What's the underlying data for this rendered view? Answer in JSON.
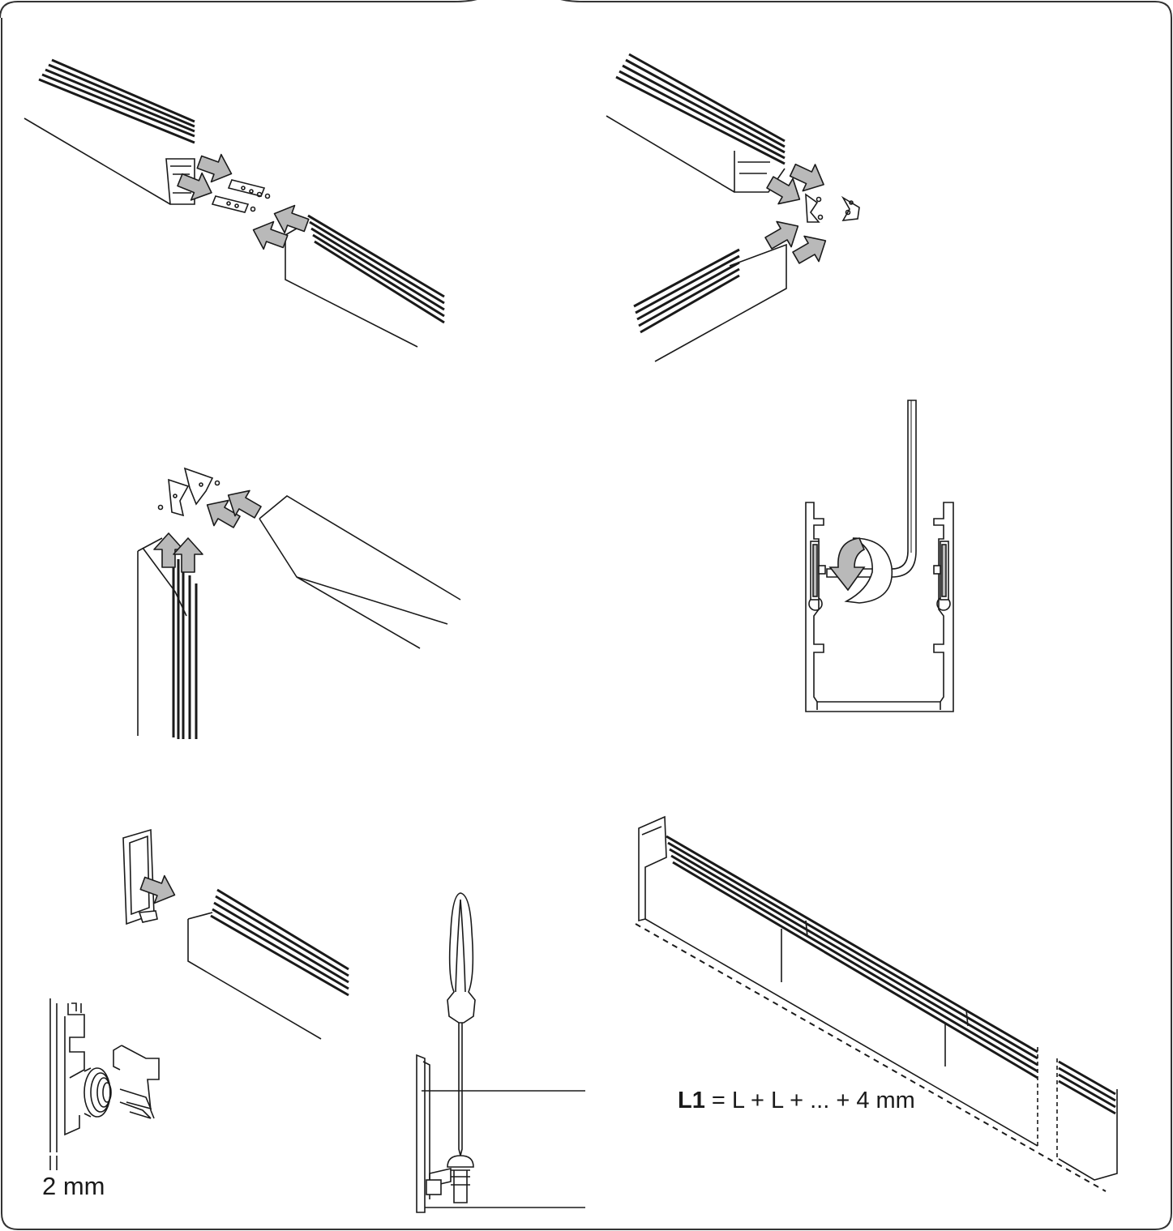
{
  "labels": {
    "gap": "2 mm",
    "formula_bold": "L1",
    "formula_rest": " = L + L + ... + 4 mm"
  },
  "colors": {
    "line": "#1a1a1a",
    "arrow_fill": "#b9b9b9",
    "frame": "#333333"
  }
}
